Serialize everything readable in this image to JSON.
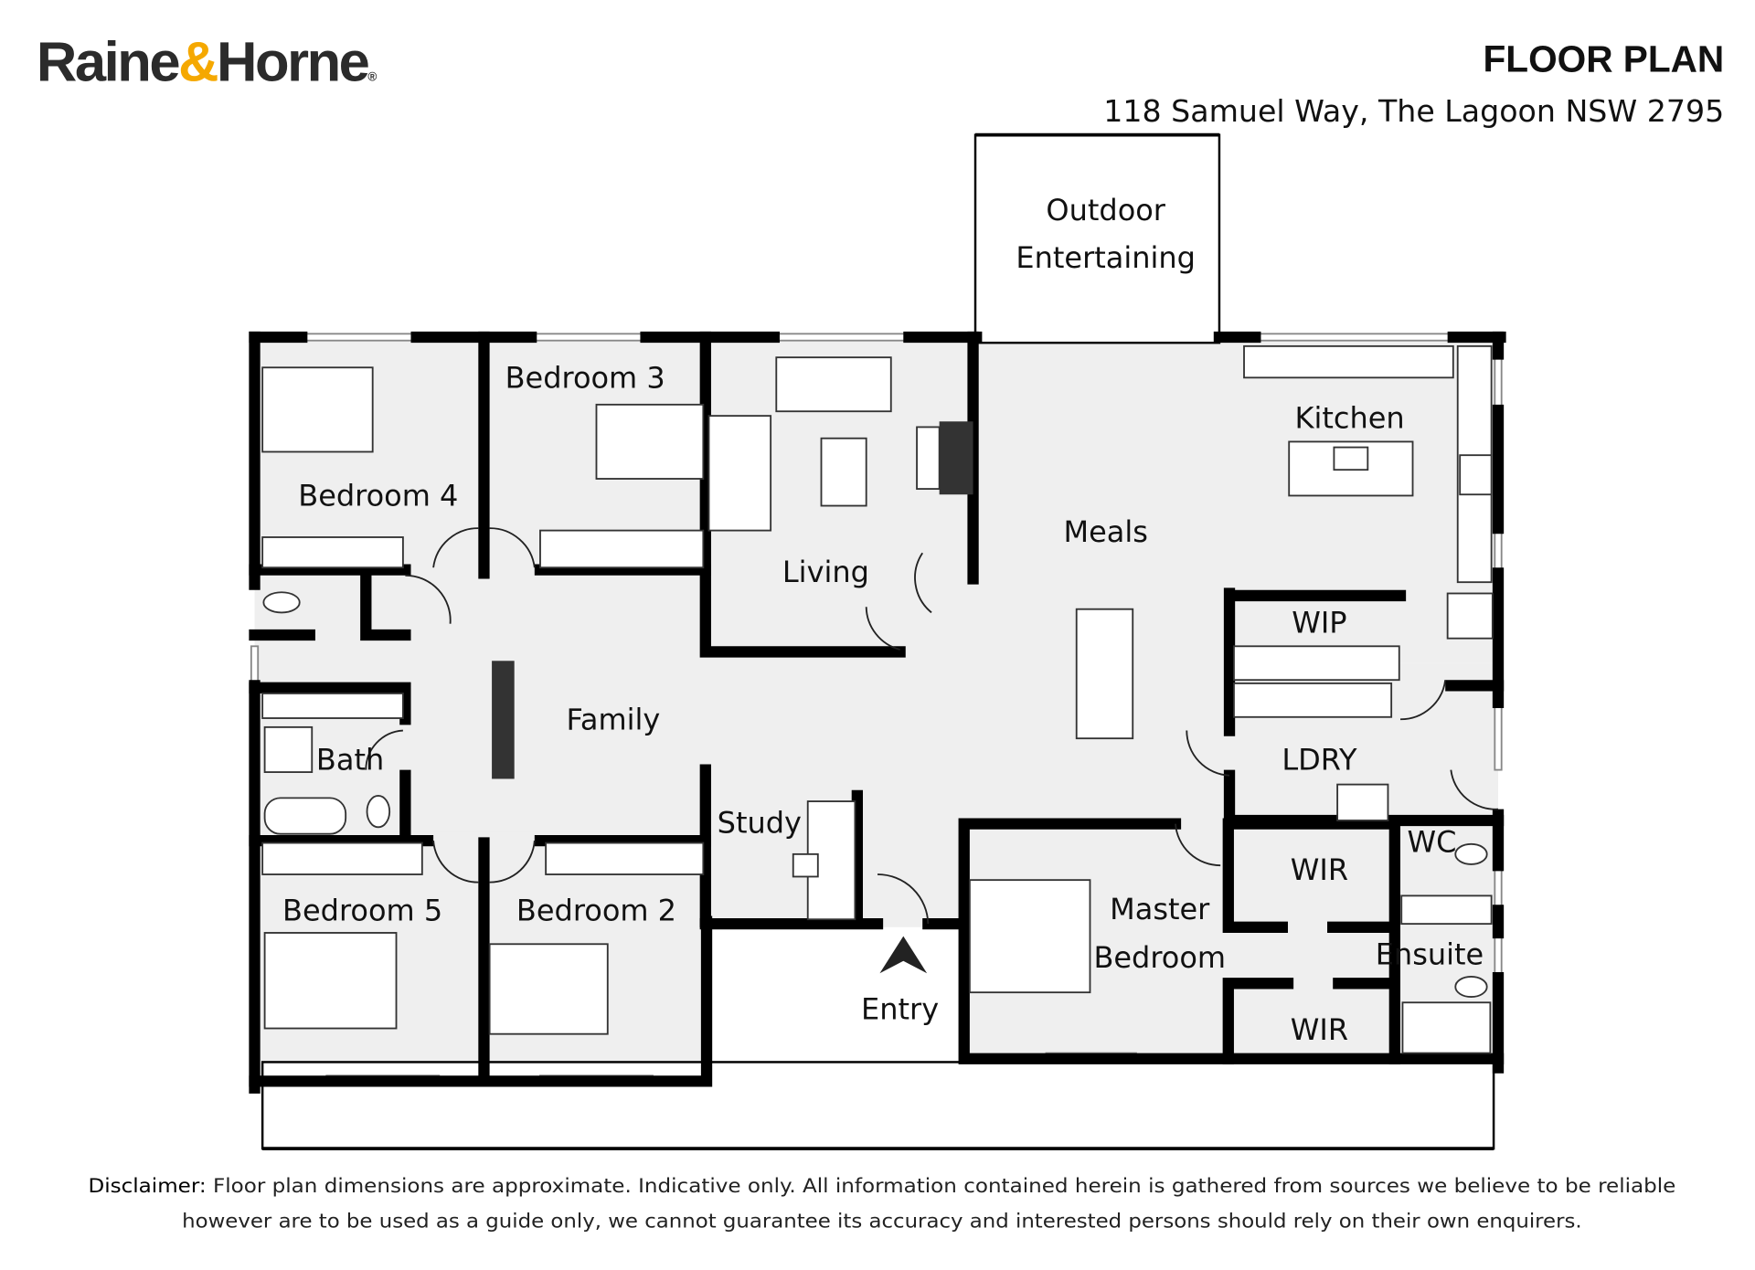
{
  "brand": {
    "name_part1": "Raine",
    "ampersand": "&",
    "name_part2": "Horne",
    "registered": "®",
    "colors": {
      "dark": "#2b2b2b",
      "accent": "#f5a800"
    }
  },
  "header": {
    "title": "FLOOR PLAN",
    "address": "118 Samuel Way, The Lagoon NSW 2795"
  },
  "rooms": {
    "outdoor_1": "Outdoor",
    "outdoor_2": "Entertaining",
    "bedroom3": "Bedroom 3",
    "bedroom4": "Bedroom 4",
    "kitchen": "Kitchen",
    "meals": "Meals",
    "living": "Living",
    "wip": "WIP",
    "family": "Family",
    "bath": "Bath",
    "ldry": "LDRY",
    "study": "Study",
    "wc": "WC",
    "wir_top": "WIR",
    "master_1": "Master",
    "master_2": "Bedroom",
    "bedroom5": "Bedroom 5",
    "bedroom2": "Bedroom 2",
    "ensuite": "Ensuite",
    "entry": "Entry",
    "wir_bottom": "WIR"
  },
  "disclaimer": {
    "label": "Disclaimer:",
    "line1": " Floor plan dimensions are approximate. Indicative only. All information contained herein is gathered from sources we believe to be reliable",
    "line2": "however are to be used as a guide only, we cannot guarantee its accuracy and interested persons should rely on their own enquirers."
  }
}
